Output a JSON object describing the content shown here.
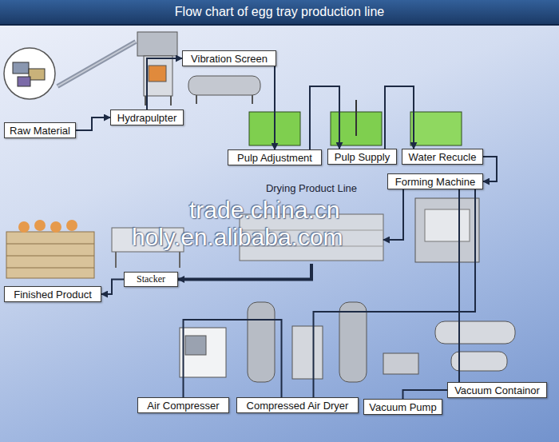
{
  "diagram": {
    "title": "Flow chart of egg tray production line",
    "nodes": [
      {
        "text": [
          "Raw Material"
        ]
      },
      {
        "text": [
          "Hydrapulpter"
        ]
      },
      {
        "text": [
          "Vibration Screen"
        ]
      },
      {
        "text": [
          "Pulp Adjustment"
        ]
      },
      {
        "text": [
          "Pulp Supply"
        ]
      },
      {
        "text": [
          "Water Recucle"
        ]
      },
      {
        "text": [
          "Forming Machine"
        ]
      },
      {
        "text": [
          "Drying Product Line"
        ]
      },
      {
        "text": [
          "Stacker"
        ]
      },
      {
        "text": [
          "Finished Product"
        ]
      },
      {
        "text": [
          "Air Compresser"
        ]
      },
      {
        "text": [
          "Compressed Air Dryer"
        ]
      },
      {
        "text": [
          "Vacuum Pump"
        ]
      },
      {
        "text": [
          "Vacuum Containor"
        ]
      }
    ],
    "edges": [
      {
        "from": 0,
        "to": 1,
        "arrow": "to"
      },
      {
        "from": 1,
        "to": 2,
        "arrow": "to"
      },
      {
        "from": 2,
        "to": 3,
        "arrow": "to"
      },
      {
        "from": 3,
        "to": 4,
        "arrow": "to"
      },
      {
        "from": 4,
        "to": 5,
        "arrow": "to"
      },
      {
        "from": 5,
        "to": 6,
        "arrow": "to"
      },
      {
        "from": 6,
        "to": 7,
        "arrow": "to"
      },
      {
        "from": 7,
        "to": 8,
        "arrow": "to"
      },
      {
        "from": 8,
        "to": 9,
        "arrow": "to"
      },
      {
        "from": 10,
        "to": 11,
        "arrow": "none"
      },
      {
        "from": 11,
        "to": 6,
        "arrow": "none"
      },
      {
        "from": 12,
        "to": 13,
        "arrow": "none"
      },
      {
        "from": 13,
        "to": 6,
        "arrow": "none"
      }
    ],
    "labels": [
      "trade.china.cn",
      "holy.en.alibaba.com"
    ]
  }
}
